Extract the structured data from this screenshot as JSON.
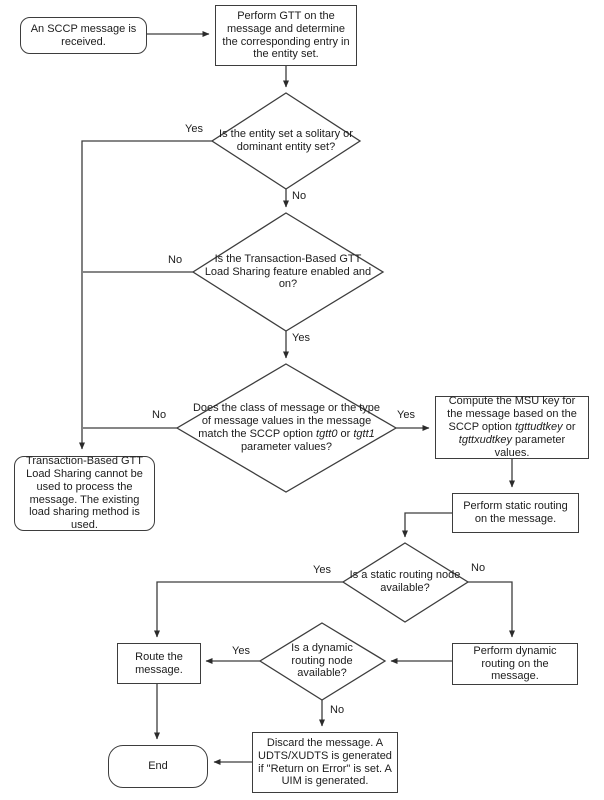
{
  "diagram": {
    "type": "flowchart",
    "topic": "SCCP message GTT load-sharing routing flow",
    "colors": {
      "line": "#3d3d3d",
      "node_border": "#3d3d3d",
      "node_fill": "#ffffff",
      "text": "#1c1c1c",
      "page_background": "#ffffff"
    },
    "nodes": {
      "start": {
        "text": "An SCCP message is received."
      },
      "perform_gtt": {
        "text": "Perform GTT on the message and determine the corresponding entry in the entity set."
      },
      "entity_set_decision": {
        "text": "Is the entity set a solitary or dominant entity set?"
      },
      "tb_gtt_enabled_decision": {
        "text": "Is the Transaction-Based GTT Load Sharing feature enabled and on?"
      },
      "match_decision": {
        "t1": "Does the class of message or the type of message values in the message match the SCCP option ",
        "i1": "tgtt0",
        "t2": " or ",
        "i2": "tgtt1",
        "t3": " parameter values?"
      },
      "cannot_use": {
        "text": "Transaction-Based GTT Load Sharing cannot be used to process the message. The existing load sharing method is used."
      },
      "compute_msu_key": {
        "t1": "Compute the MSU key for the message based on the SCCP option ",
        "i1": "tgttudtkey",
        "t2": " or ",
        "i2": "tgttxudtkey",
        "t3": " parameter values."
      },
      "static_routing": {
        "text": "Perform static routing on the message."
      },
      "static_node_decision": {
        "text": "Is a static routing node available?"
      },
      "route_message": {
        "text": "Route the message."
      },
      "dynamic_node_decision": {
        "text": "Is a dynamic routing node available?"
      },
      "dynamic_routing": {
        "text": "Perform dynamic routing on the message."
      },
      "discard_message": {
        "text": "Discard the message. A UDTS/XUDTS is generated if \"Return on Error\" is set. A UIM is generated."
      },
      "end": {
        "text": "End"
      }
    },
    "edge_labels": {
      "entity_set_yes": "Yes",
      "entity_set_no": "No",
      "tb_gtt_no": "No",
      "tb_gtt_yes": "Yes",
      "match_no": "No",
      "match_yes": "Yes",
      "static_yes": "Yes",
      "static_no": "No",
      "dynamic_yes": "Yes",
      "dynamic_no": "No"
    }
  }
}
